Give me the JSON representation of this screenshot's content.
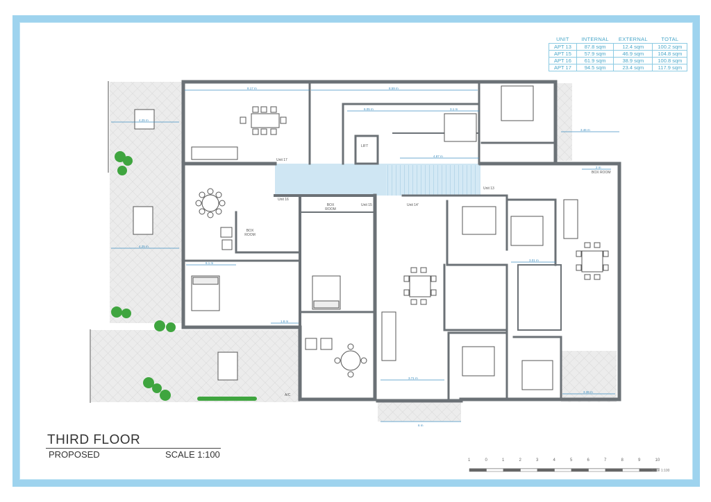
{
  "drawing": {
    "title": "THIRD FLOOR",
    "subtitle": "PROPOSED",
    "scale": "SCALE 1:100",
    "scale_bar": {
      "ticks": [
        "1",
        "0",
        "1",
        "2",
        "3",
        "4",
        "5",
        "6",
        "7",
        "8",
        "9",
        "10"
      ],
      "note": "Scale 1:100"
    }
  },
  "area_table": {
    "headers": [
      "UNIT",
      "INTERNAL",
      "EXTERNAL",
      "TOTAL"
    ],
    "rows": [
      [
        "APT 13",
        "87.8 sqm",
        "12.4 sqm",
        "100.2 sqm"
      ],
      [
        "APT 15",
        "57.9 sqm",
        "46.9 sqm",
        "104.8 sqm"
      ],
      [
        "APT 16",
        "61.9 sqm",
        "38.9 sqm",
        "100.8 sqm"
      ],
      [
        "APT 17",
        "94.5 sqm",
        "23.4 sqm",
        "117.9 sqm"
      ]
    ]
  },
  "labels": {
    "unit17": "Unit 17",
    "unit16": "Unit 16",
    "unit15": "Unit 15",
    "unit14": "Unit 14'",
    "unit13": "Unit 13",
    "lift": "LIFT",
    "box_room_a": "BOX ROOM",
    "box_room_b": "BOX ROOM",
    "box_room_c": "BOX ROOM",
    "ac": "A/C",
    "dims": {
      "d1": "8.17 m",
      "d2": "8.59 m",
      "d3": "4.25 m",
      "d4": "6.05 m",
      "d5": "3.1 m",
      "d6": "4.87 m",
      "d7": "3.46 m",
      "d8": "4.25 m",
      "d9": "6.1 m",
      "d10": "3.71 m",
      "d11": "3.36 m",
      "d12": "6 m",
      "d13": "1.8 m",
      "d14": "2 m",
      "d15": "3.01 m"
    }
  },
  "colors": {
    "frame": "#9ed3ee",
    "wall": "#6b7176",
    "terrace": "#ebebeb",
    "corridor": "#cfe6f3",
    "dimension": "#3f8fc0",
    "plant": "#3fa53f"
  }
}
